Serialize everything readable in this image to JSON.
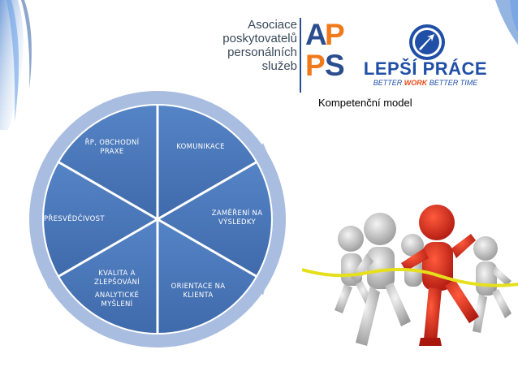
{
  "header": {
    "association_lines": [
      "Asociace",
      "poskytovatelů",
      "personálních",
      "služeb"
    ],
    "apss_letters": {
      "a": "A",
      "p": "P",
      "p2": "P",
      "s": "S"
    },
    "lepsi_prace": {
      "name": "LEPŠÍ PRÁCE",
      "tagline_part1": "BETTER ",
      "tagline_highlight": "WORK",
      "tagline_part2": " BETTER TIME"
    }
  },
  "title": "Kompetenční model",
  "wheel": {
    "segments": [
      {
        "id": "komunikace",
        "lines": [
          "KOMUNIKACE"
        ]
      },
      {
        "id": "zamereni",
        "lines": [
          "ZAMĚŘENÍ NA",
          "VÝSLEDKY"
        ]
      },
      {
        "id": "orientace",
        "lines": [
          "ORIENTACE NA",
          "KLIENTA"
        ]
      },
      {
        "id": "kvalita",
        "lines": [
          "KVALITA A",
          "ZLEPŠOVÁNÍ"
        ],
        "extra_lines": [
          "ANALYTICKÉ",
          "MYŠLENÍ"
        ]
      },
      {
        "id": "presvedcivost",
        "lines": [
          "PŘESVĚDČIVOST"
        ]
      },
      {
        "id": "rp",
        "lines": [
          "ŘP, OBCHODNÍ",
          "PRAXE"
        ]
      }
    ]
  },
  "colors": {
    "segment_fill": "#4a78bd",
    "segment_fill_dark": "#3f6aab",
    "ring": "#9fb4da",
    "logo_blue": "#2a4d8f",
    "logo_orange": "#f07a1a",
    "runner_red": "#d62718",
    "tape": "#e6e01c"
  }
}
